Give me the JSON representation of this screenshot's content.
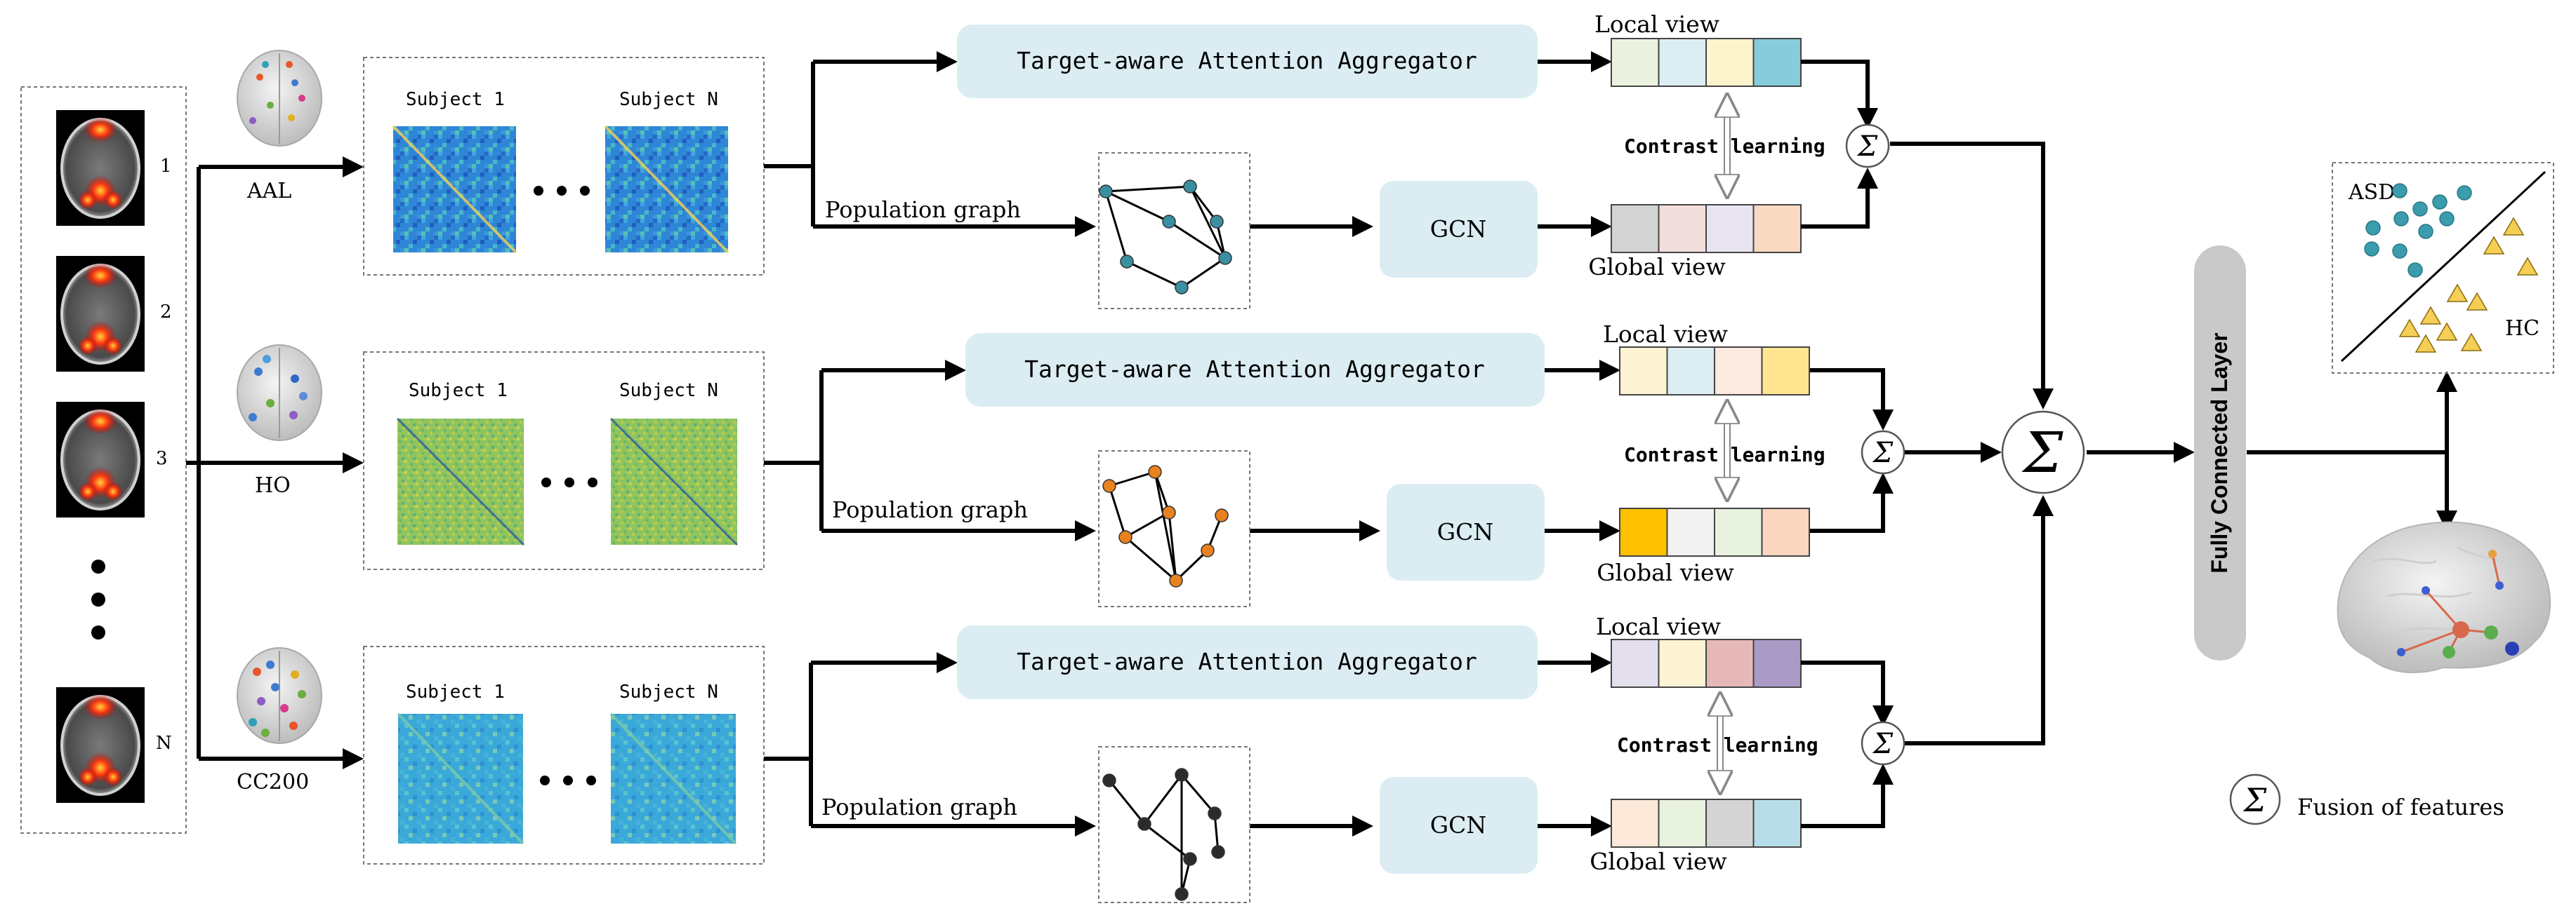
{
  "subjects": {
    "labels": [
      "1",
      "2",
      "3",
      "N"
    ]
  },
  "atlases": [
    {
      "name": "AAL",
      "matrix_labels": [
        "Subject 1",
        "Subject N"
      ],
      "attention_label": "Target-aware Attention Aggregator",
      "population_label": "Population graph",
      "gcn_label": "GCN",
      "local_view_label": "Local view",
      "global_view_label": "Global view",
      "contrast_label": "Contrast learning",
      "node_color": "#3A8FA0",
      "local_colors": [
        "#EAF2DF",
        "#DDEEF3",
        "#FDF3CC",
        "#86CCDB"
      ],
      "global_colors": [
        "#D4D4D4",
        "#F3DEDE",
        "#E8E4F0",
        "#FAD9C2"
      ]
    },
    {
      "name": "HO",
      "matrix_labels": [
        "Subject 1",
        "Subject N"
      ],
      "attention_label": "Target-aware Attention Aggregator",
      "population_label": "Population graph",
      "gcn_label": "GCN",
      "local_view_label": "Local view",
      "global_view_label": "Global view",
      "contrast_label": "Contrast learning",
      "node_color": "#E8811F",
      "local_colors": [
        "#FEF3D2",
        "#DDEEF3",
        "#FCE9E0",
        "#FFE58F"
      ],
      "global_colors": [
        "#FFC000",
        "#F2F2F2",
        "#E9F1DF",
        "#FAD5C0"
      ]
    },
    {
      "name": "CC200",
      "matrix_labels": [
        "Subject 1",
        "Subject N"
      ],
      "attention_label": "Target-aware Attention Aggregator",
      "population_label": "Population graph",
      "gcn_label": "GCN",
      "local_view_label": "Local view",
      "global_view_label": "Global view",
      "contrast_label": "Contrast learning",
      "node_color": "#2B2B2B",
      "local_colors": [
        "#E4DFEC",
        "#FEF3D2",
        "#E6B9B8",
        "#A99BC6"
      ],
      "global_colors": [
        "#FCE9DA",
        "#E9F1DF",
        "#D4D4D4",
        "#B7DEE8"
      ]
    }
  ],
  "fusion_symbol": "Σ",
  "fc_layer_label": "Fully Connected Layer",
  "classes": {
    "asd": "ASD",
    "hc": "HC"
  },
  "legend": {
    "symbol": "Σ",
    "label": "Fusion of features"
  },
  "colors": {
    "attention_box": "#DBEDF3",
    "fc_layer": "#C9C9C9",
    "asd_points": "#3A9CAC",
    "hc_points": "#F5CF55",
    "matrix_blue": "#2B7FD4",
    "matrix_green": "#8FC15C",
    "arrow": "#000000"
  }
}
